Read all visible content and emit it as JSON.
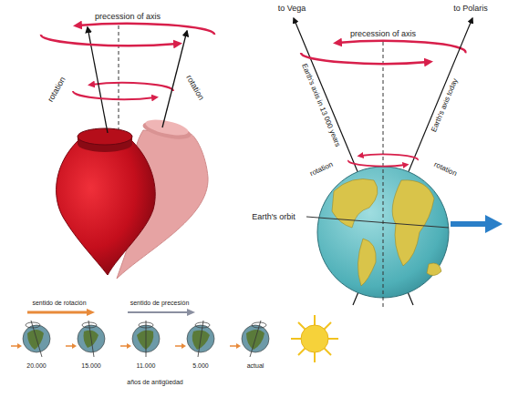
{
  "diagram": {
    "labels": [
      "precession of axis",
      "to Vega",
      "to Polaris",
      "precession of axis",
      "rotation",
      "rotation",
      "Earth's axis in 13 000 years",
      "Earth's axis today",
      "rotation",
      "rotation",
      "Earth's orbit",
      "sentido de rotación",
      "sentido de precesión",
      "20.000",
      "15.000",
      "11.000",
      "5.000",
      "actual",
      "años de antigüedad"
    ]
  }
}
